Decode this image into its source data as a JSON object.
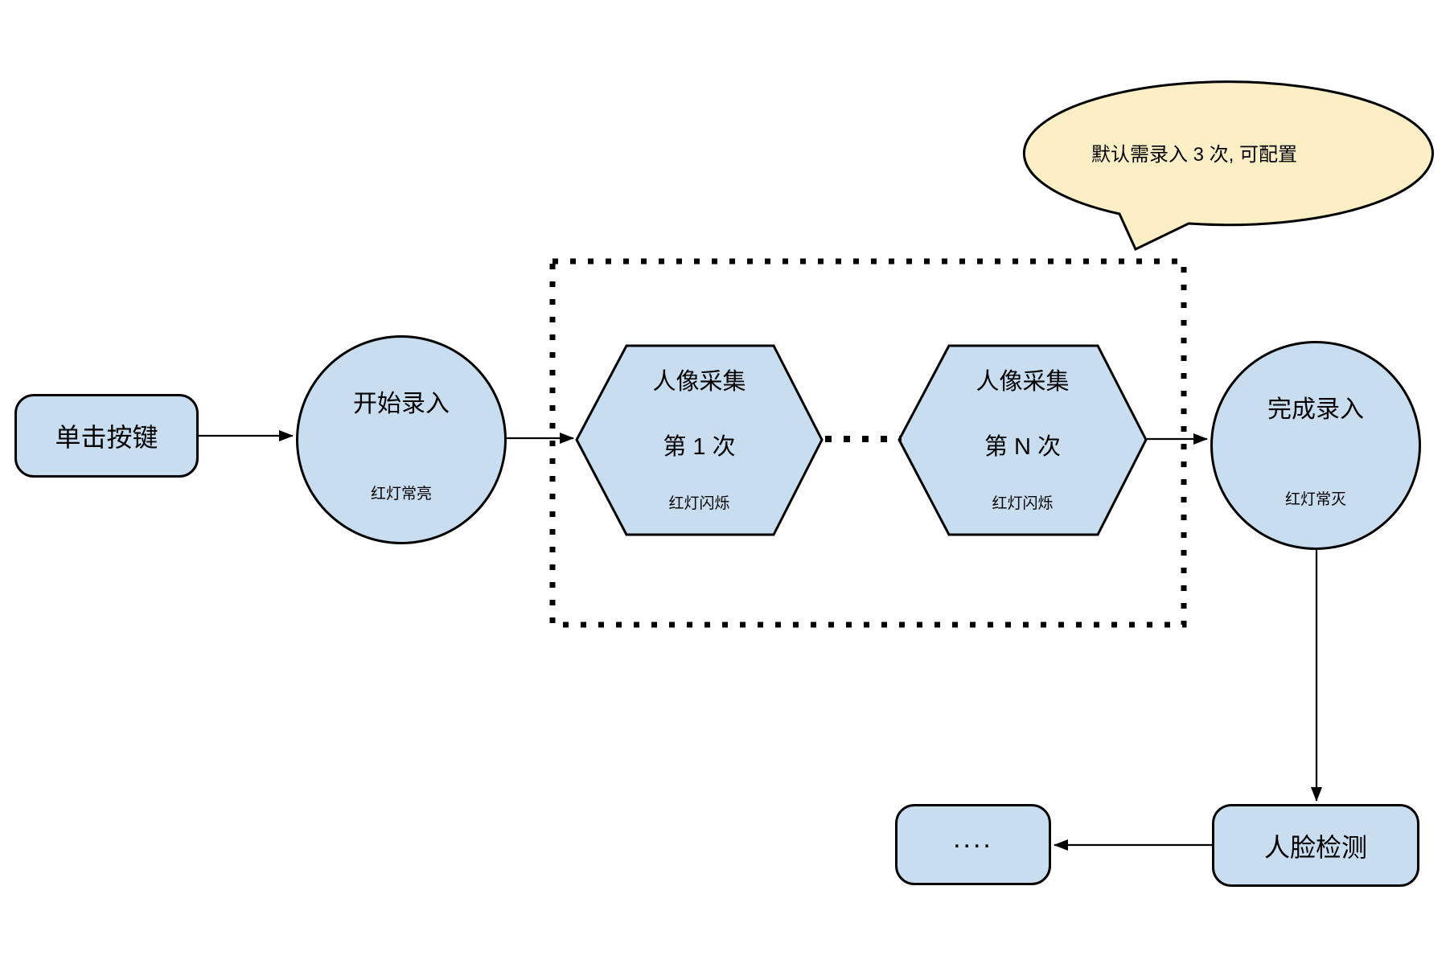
{
  "colors": {
    "node_fill": "#C8DDF0",
    "callout_fill": "#FCEFC6",
    "stroke": "#000000"
  },
  "nodes": {
    "click_button": {
      "label": "单击按键"
    },
    "start_record": {
      "title": "开始录入",
      "status": "红灯常亮"
    },
    "capture_first": {
      "line1": "人像采集",
      "line2": "第 1 次",
      "status": "红灯闪烁"
    },
    "capture_nth": {
      "line1": "人像采集",
      "line2": "第 N 次",
      "status": "红灯闪烁"
    },
    "finish_record": {
      "title": "完成录入",
      "status": "红灯常灭"
    },
    "face_detection": {
      "label": "人脸检测"
    },
    "ellipsis_node": {
      "label": "...."
    }
  },
  "callout": {
    "text": "默认需录入 3 次, 可配置"
  }
}
